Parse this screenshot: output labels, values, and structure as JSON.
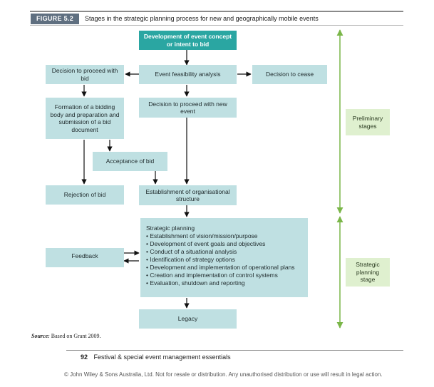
{
  "figure": {
    "label": "FIGURE 5.2",
    "title": "Stages in the strategic planning process for new and geographically mobile events"
  },
  "nodes": {
    "development": "Development of event concept or intent to bid",
    "feasibility": "Event feasibility analysis",
    "decision_cease": "Decision to cease",
    "decision_bid": "Decision to proceed with bid",
    "decision_new": "Decision to proceed with new event",
    "formation": "Formation of a bidding body and preparation and submission of a bid document",
    "acceptance": "Acceptance of bid",
    "rejection": "Rejection of bid",
    "establishment": "Establishment of organisational structure",
    "feedback": "Feedback",
    "legacy": "Legacy"
  },
  "strategic_planning": {
    "title": "Strategic planning",
    "items": [
      "Establishment of vision/mission/purpose",
      "Development of event goals and objectives",
      "Conduct of a situational analysis",
      "Identification of strategy options",
      "Development and implementation of operational plans",
      "Creation and implementation of control systems",
      "Evaluation, shutdown and reporting"
    ]
  },
  "stages": {
    "preliminary": "Preliminary stages",
    "strategic": "Strategic planning stage"
  },
  "source": {
    "label": "Source:",
    "text": "Based on Grant 2009."
  },
  "footer": {
    "page_number": "92",
    "book_title": "Festival & special event management essentials",
    "copyright": "© John Wiley & Sons Australia, Ltd. Not for resale or distribution. Any unauthorised distribution or use will result in legal action."
  },
  "colors": {
    "box": "#bfe0e2",
    "top_box": "#2aa6a2",
    "stage_box": "#dff0cf",
    "stage_arrow": "#7ab648",
    "figure_label": "#5f6f80"
  }
}
